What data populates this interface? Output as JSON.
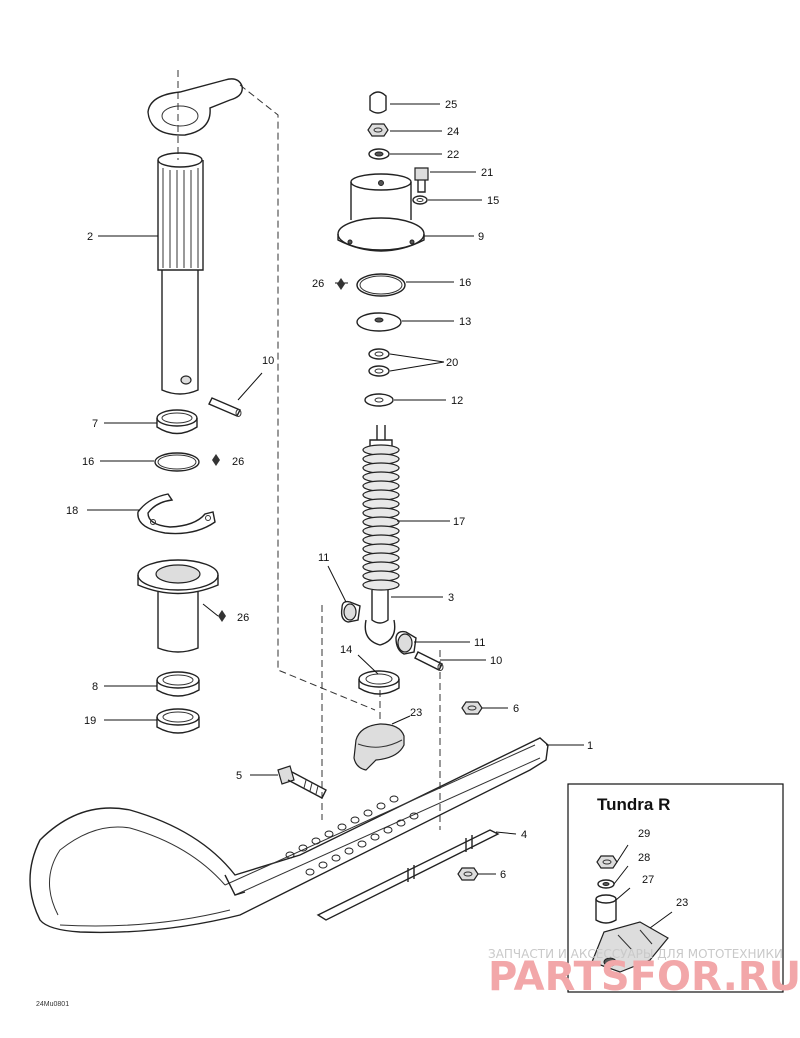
{
  "diagram": {
    "callouts": {
      "c1": "1",
      "c2": "2",
      "c3": "3",
      "c4": "4",
      "c5": "5",
      "c6a": "6",
      "c6b": "6",
      "c7": "7",
      "c8": "8",
      "c9": "9",
      "c10a": "10",
      "c10b": "10",
      "c11a": "11",
      "c11b": "11",
      "c12": "12",
      "c13": "13",
      "c14": "14",
      "c15": "15",
      "c16a": "16",
      "c16b": "16",
      "c17": "17",
      "c18": "18",
      "c19": "19",
      "c20": "20",
      "c21": "21",
      "c22": "22",
      "c23a": "23",
      "c23b": "23",
      "c24": "24",
      "c25": "25",
      "c26a": "26",
      "c26b": "26",
      "c26c": "26",
      "c27": "27",
      "c28": "28",
      "c29": "29"
    },
    "inset_title": "Tundra R",
    "drawing_code": "24Mu0801",
    "watermark_top": "ЗАПЧАСТИ И АКСЕССУАРЫ ДЛЯ МОТОТЕХНИКИ",
    "watermark_logo": "PARTSFOR.RU"
  }
}
